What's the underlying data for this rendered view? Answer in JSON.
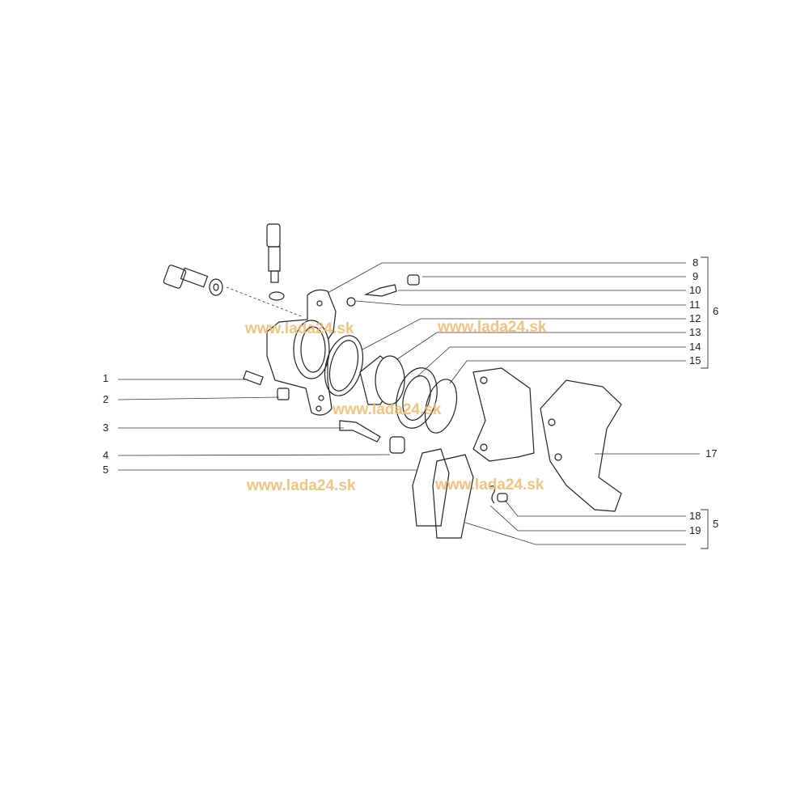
{
  "diagram": {
    "left_labels": [
      "1",
      "2",
      "3",
      "4",
      "5"
    ],
    "right_labels": [
      "8",
      "9",
      "10",
      "11",
      "12",
      "13",
      "14",
      "15",
      "17",
      "18",
      "19"
    ],
    "group_labels": {
      "caliper_group": "6",
      "pad_group": "5"
    },
    "watermark": "www.lada24.sk",
    "watermark_color": "#f3b865"
  }
}
